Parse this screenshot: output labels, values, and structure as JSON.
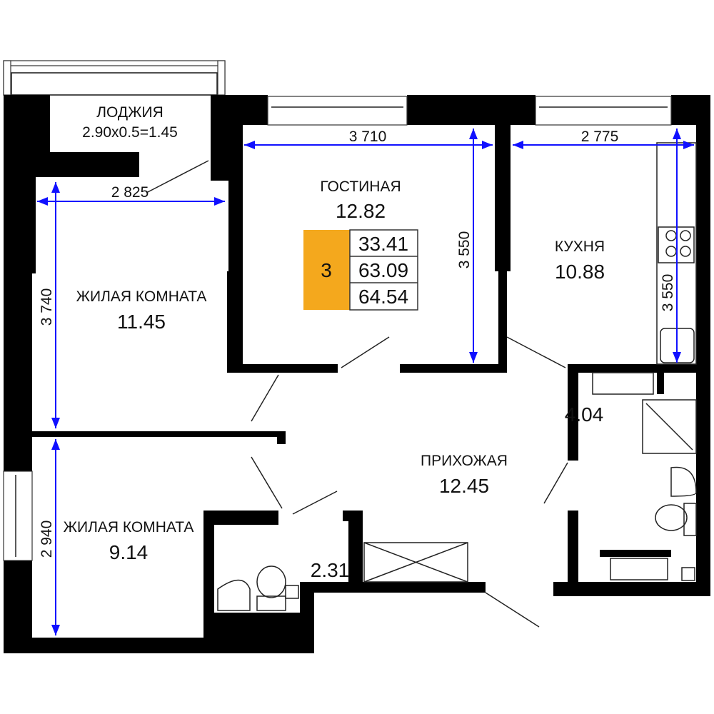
{
  "rooms": {
    "loggia": {
      "name": "ЛОДЖИЯ",
      "area": "2.90x0.5=1.45"
    },
    "living": {
      "name": "ГОСТИНАЯ",
      "area": "12.82"
    },
    "kitchen": {
      "name": "КУХНЯ",
      "area": "10.88"
    },
    "bedroom1": {
      "name": "ЖИЛАЯ КОМНАТА",
      "area": "11.45"
    },
    "bedroom2": {
      "name": "ЖИЛАЯ КОМНАТА",
      "area": "9.14"
    },
    "hall": {
      "name": "ПРИХОЖАЯ",
      "area": "12.45"
    },
    "bath1": {
      "area": "4.04"
    },
    "bath2": {
      "area": "2.31"
    }
  },
  "dimensions": {
    "living_width": "3 710",
    "living_depth": "3 550",
    "kitchen_width": "2 775",
    "kitchen_depth": "3 550",
    "bedroom1_width": "2 825",
    "bedroom1_depth": "3 740",
    "bedroom2_depth": "2 940"
  },
  "summary": {
    "rooms_count": "3",
    "living_area": "33.41",
    "total_area": "63.09",
    "total_with_loggia": "64.54",
    "accent_color": "#f4a81d"
  }
}
